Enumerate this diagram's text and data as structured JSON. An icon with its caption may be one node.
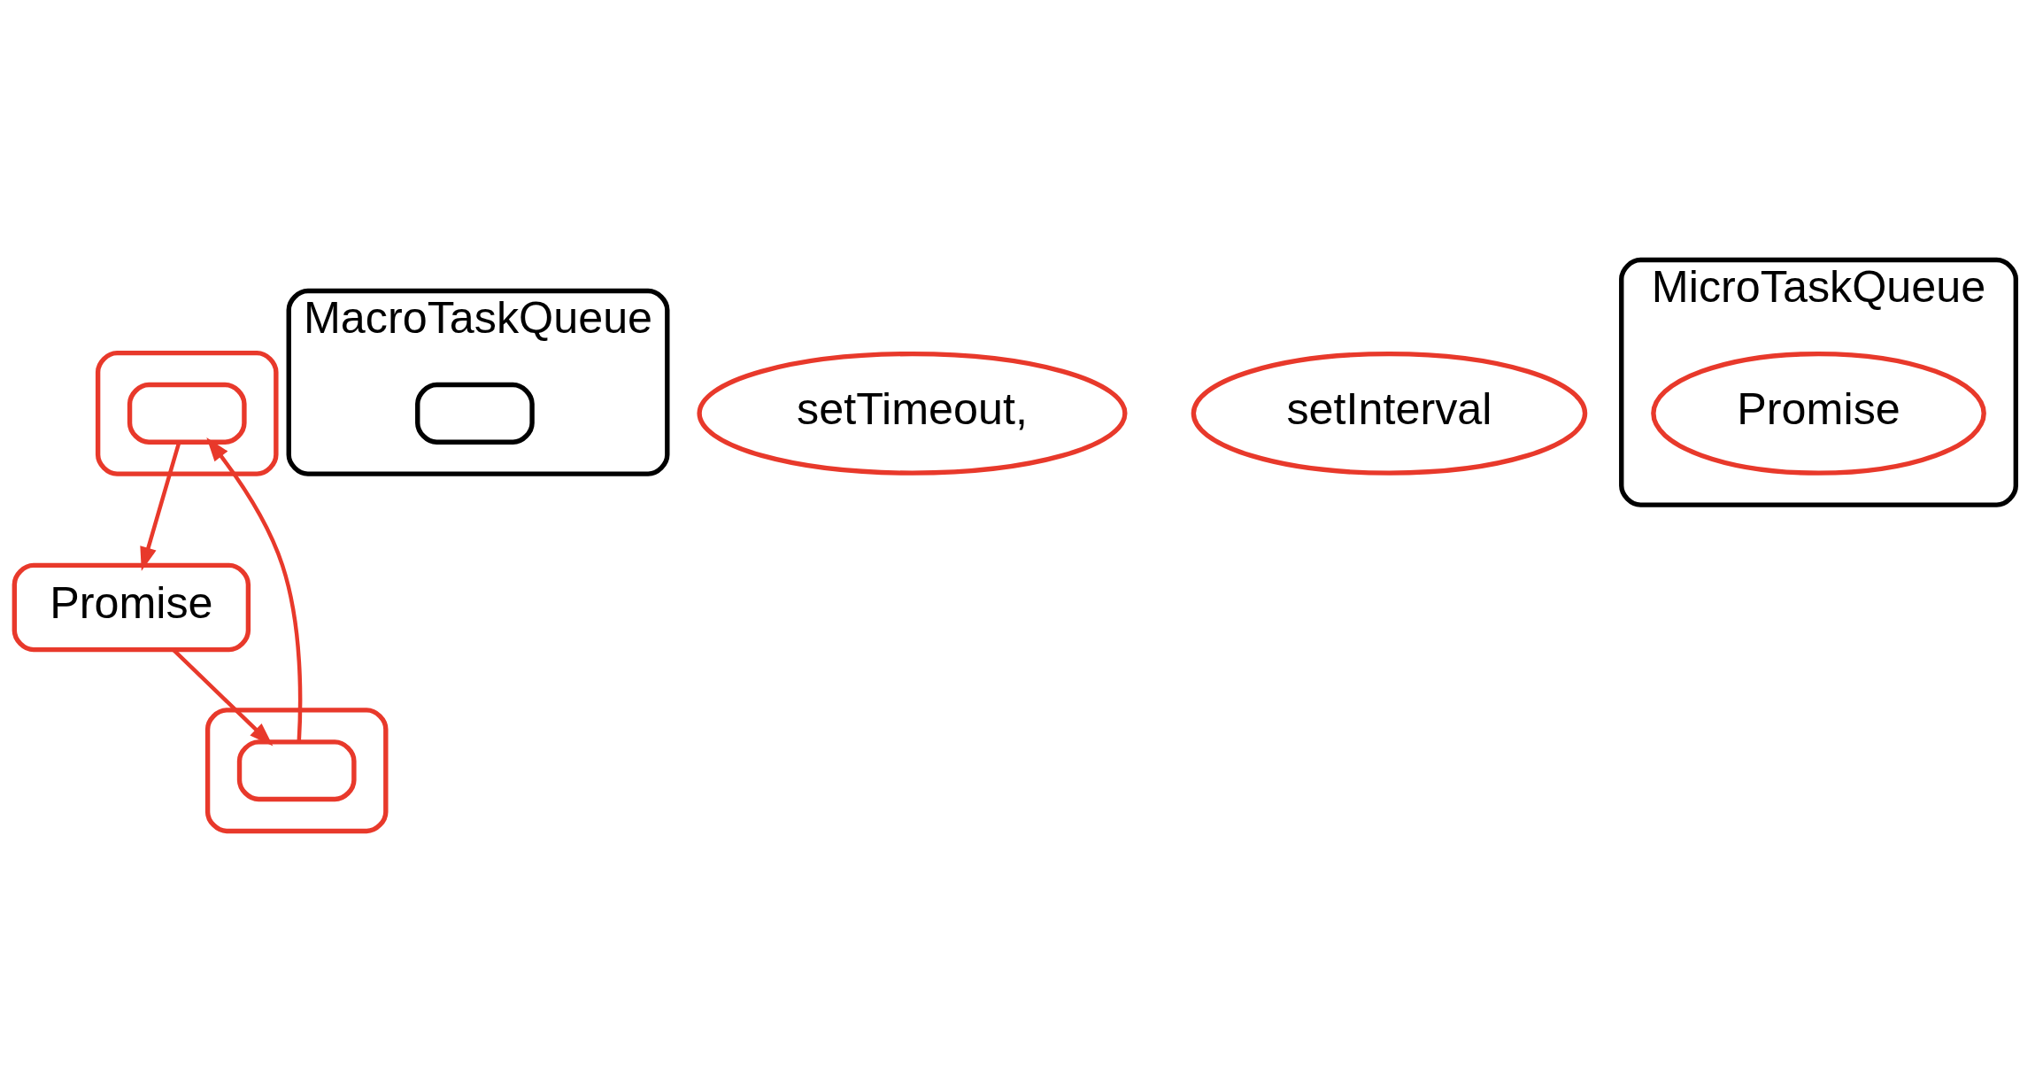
{
  "diagram": {
    "nodes": [
      {
        "text": [],
        "shape": "box"
      },
      {
        "text": [],
        "shape": "box",
        "in": 0
      },
      {
        "text": [
          "Promise"
        ]
      },
      {
        "text": [
          "MacroTaskQueue"
        ]
      },
      {
        "text": [],
        "shape": "box",
        "in": 3
      },
      {
        "text": [
          "setTimeout,"
        ]
      },
      {
        "text": [
          "setInterval"
        ]
      },
      {
        "text": [],
        "shape": "box"
      },
      {
        "text": [],
        "shape": "box",
        "in": 7
      },
      {
        "text": [
          "MicroTaskQueue"
        ]
      },
      {
        "text": [
          "Promise"
        ],
        "in": 9
      }
    ],
    "edges": [
      {
        "from": 1,
        "to": 2,
        "arrow": "to"
      },
      {
        "from": 2,
        "to": 8,
        "arrow": "to"
      },
      {
        "from": 8,
        "to": 1,
        "arrow": "to"
      }
    ]
  }
}
